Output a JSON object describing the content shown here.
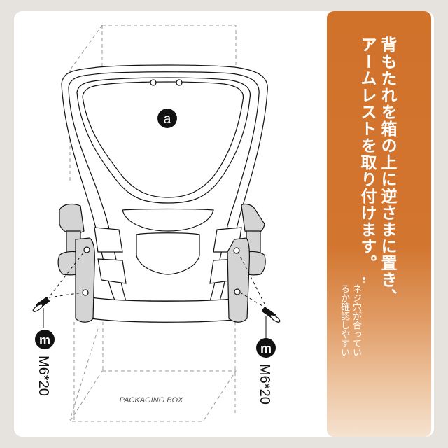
{
  "instruction": {
    "title_lines": [
      "背もたれを箱の上に逆さまに置き、",
      "アームレストを取り付けます。"
    ],
    "note_lines": [
      "ネジ穴が合ってい",
      "るか確認しやすい"
    ]
  },
  "diagram": {
    "part_a_label": "a",
    "part_m_label": "m",
    "screw_spec_left": "M6*20",
    "screw_spec_right": "M6*20",
    "box_label": "PACKAGING BOX"
  },
  "colors": {
    "accent": "#d1722b",
    "background": "#e6e2de",
    "bracket_fill": "#d4d4d4"
  }
}
